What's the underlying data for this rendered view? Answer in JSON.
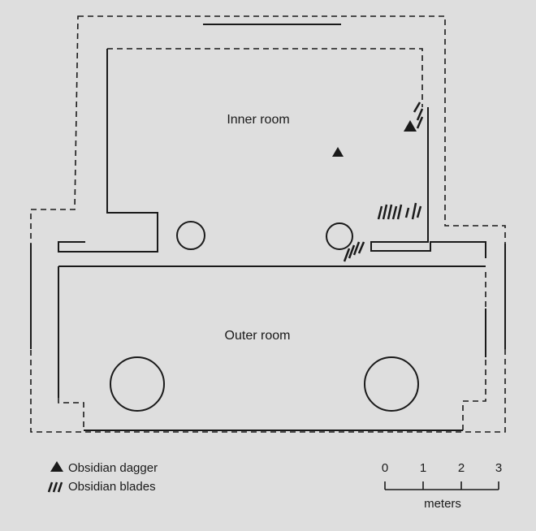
{
  "rooms": {
    "inner": "Inner room",
    "outer": "Outer room"
  },
  "legend": {
    "dagger": "Obsidian dagger",
    "blades": "Obsidian blades"
  },
  "scale": {
    "ticks": [
      "0",
      "1",
      "2",
      "3"
    ],
    "unit": "meters"
  },
  "colors": {
    "background": "#dedede",
    "ink": "#1a1a1a"
  }
}
